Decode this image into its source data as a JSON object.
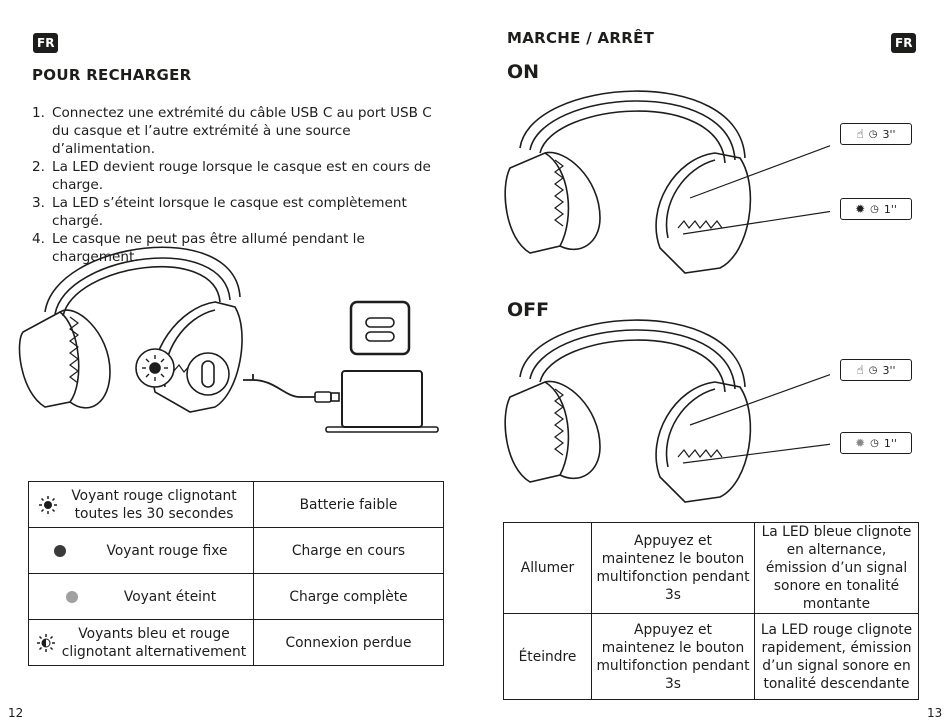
{
  "left_page": {
    "badge": "FR",
    "heading": "POUR RECHARGER",
    "steps": [
      {
        "num": "1.",
        "text": "Connectez une extrémité du câble USB C au port USB C du casque et l’autre extrémité à une source d’alimentation."
      },
      {
        "num": "2.",
        "text": "La LED devient rouge lorsque le casque est en cours de charge."
      },
      {
        "num": "3.",
        "text": "La LED s’éteint lorsque le casque est complètement chargé."
      },
      {
        "num": "4.",
        "text": "Le casque ne peut pas être allumé pendant le chargement."
      }
    ],
    "led_table": [
      {
        "led": "Voyant rouge clignotant toutes les 30 secondes",
        "status": "Batterie faible",
        "icon": "blinking-led-icon"
      },
      {
        "led": "Voyant rouge fixe",
        "status": "Charge en cours",
        "icon": "solid-dark-dot-icon"
      },
      {
        "led": "Voyant éteint",
        "status": "Charge complète",
        "icon": "off-grey-dot-icon"
      },
      {
        "led": "Voyants bleu et rouge clignotant alternativement",
        "status": "Connexion perdue",
        "icon": "half-blinking-led-icon"
      }
    ],
    "page_number": "12"
  },
  "right_page": {
    "badge": "FR",
    "heading": "MARCHE / ARRÊT",
    "on_label": "ON",
    "off_label": "OFF",
    "callouts": {
      "on_press": "3''",
      "on_led": "1''",
      "off_press": "3''",
      "off_led": "1''"
    },
    "action_table": [
      {
        "action": "Allumer",
        "instruction": "Appuyez et maintenez le bouton multifonction pendant 3s",
        "result": "La LED bleue clignote en alternance, émission d’un signal sonore en tonalité montante"
      },
      {
        "action": "Éteindre",
        "instruction": "Appuyez et maintenez le bouton multifonction pendant 3s",
        "result": "La LED rouge clignote rapidement, émission d’un signal sonore en tonalité descendante"
      }
    ],
    "page_number": "13"
  },
  "colors": {
    "ink": "#1d1d1b",
    "led_dark": "#3a3a3a",
    "led_off": "#a0a0a0"
  }
}
